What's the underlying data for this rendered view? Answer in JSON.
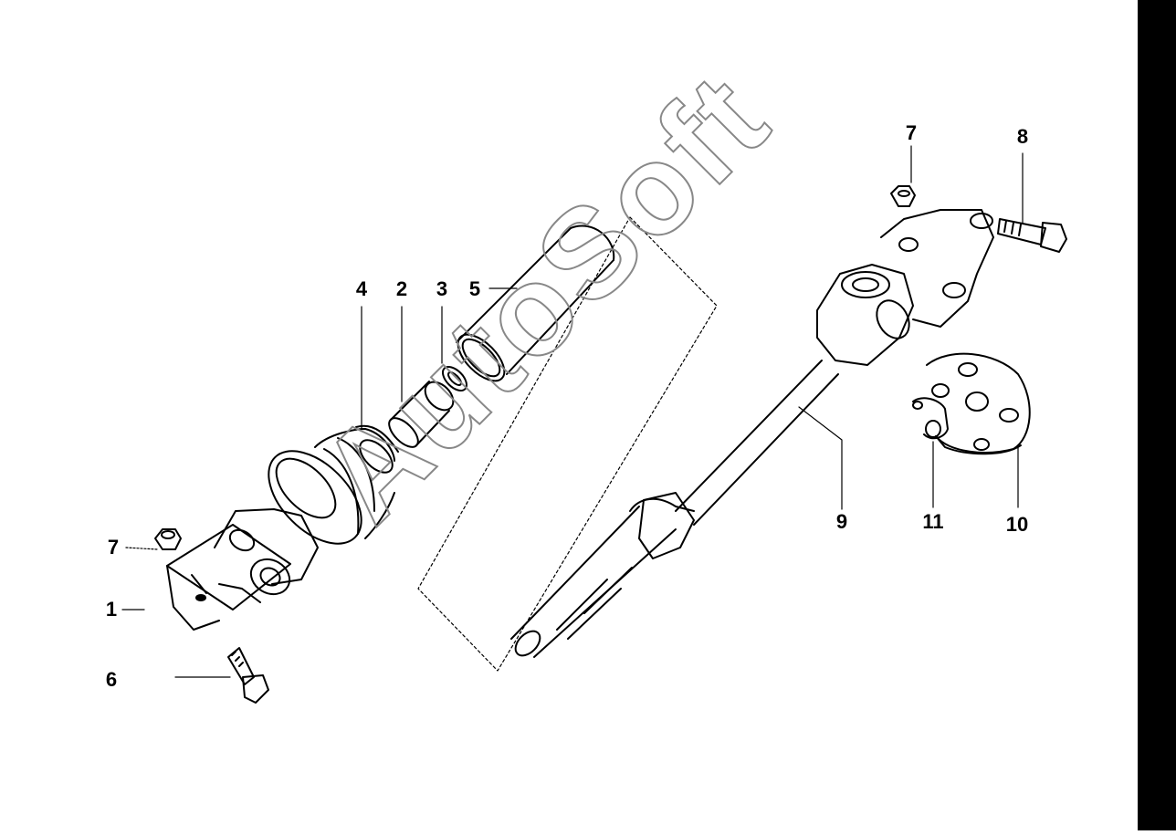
{
  "diagram": {
    "watermark": "AutoSoft",
    "callouts": {
      "c1": "1",
      "c2": "2",
      "c3": "3",
      "c4": "4",
      "c5": "5",
      "c6": "6",
      "c7a": "7",
      "c7b": "7",
      "c8": "8",
      "c9": "9",
      "c10": "10",
      "c11": "11"
    }
  },
  "colors": {
    "line": "#000000",
    "watermark": "#888888",
    "background": "#ffffff"
  }
}
